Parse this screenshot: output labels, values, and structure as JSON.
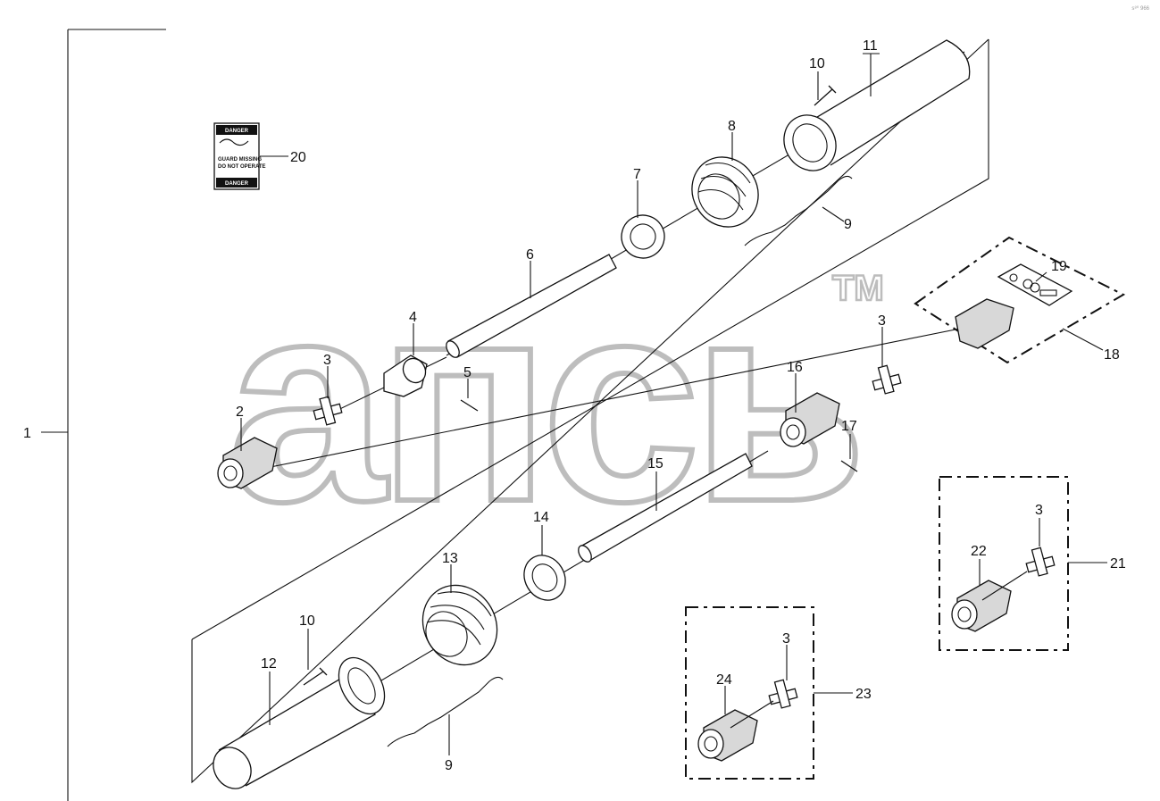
{
  "diagram": {
    "watermark": "aпсь",
    "trademark": "TM",
    "corner_mark": "s⁸⁰ 966",
    "sticker": {
      "top": "DANGER",
      "middle_1": "GUARD MISSING",
      "middle_2": "DO NOT OPERATE",
      "bottom": "DANGER"
    },
    "callouts": {
      "c1": "1",
      "c2": "2",
      "c3a": "3",
      "c3b": "3",
      "c3c": "3",
      "c3d": "3",
      "c4": "4",
      "c5": "5",
      "c6": "6",
      "c7": "7",
      "c8": "8",
      "c9a": "9",
      "c9b": "9",
      "c10a": "10",
      "c10b": "10",
      "c11": "11",
      "c12": "12",
      "c13": "13",
      "c14": "14",
      "c15": "15",
      "c16": "16",
      "c17": "17",
      "c18": "18",
      "c19": "19",
      "c20": "20",
      "c21": "21",
      "c22": "22",
      "c23": "23",
      "c24": "24"
    }
  }
}
